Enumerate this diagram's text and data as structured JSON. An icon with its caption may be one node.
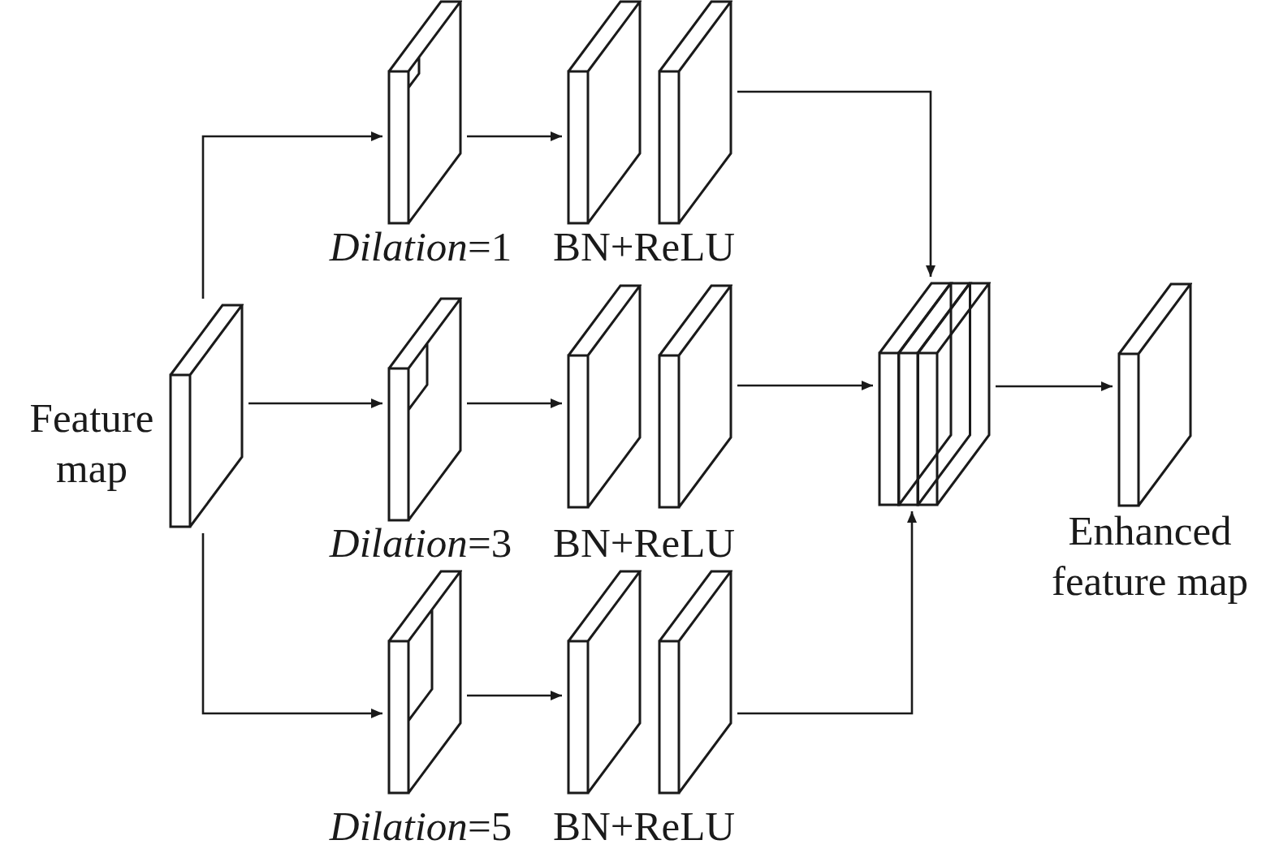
{
  "diagram": {
    "nodes": [
      {
        "text": [],
        "shape": "box",
        "beside": [
          "Feature map"
        ]
      },
      {
        "text": [],
        "shape": "box",
        "beside": [
          "*Dilation*=1"
        ]
      },
      {
        "text": [],
        "shape": "box"
      },
      {
        "text": [],
        "shape": "box"
      },
      {
        "text": [],
        "shape": "box",
        "beside": [
          "*Dilation*=3"
        ]
      },
      {
        "text": [],
        "shape": "box"
      },
      {
        "text": [],
        "shape": "box"
      },
      {
        "text": [],
        "shape": "box",
        "beside": [
          "*Dilation*=5"
        ]
      },
      {
        "text": [],
        "shape": "box"
      },
      {
        "text": [],
        "shape": "box"
      },
      {
        "text": [],
        "shape": "box"
      },
      {
        "text": [],
        "shape": "box",
        "beside": [
          "Enhanced feature map"
        ]
      }
    ],
    "edges": [
      {
        "from": 0,
        "to": 1,
        "arrow": "to"
      },
      {
        "from": 0,
        "to": 4,
        "arrow": "to"
      },
      {
        "from": 0,
        "to": 7,
        "arrow": "to"
      },
      {
        "from": 1,
        "to": 2,
        "arrow": "to"
      },
      {
        "from": 4,
        "to": 5,
        "arrow": "to"
      },
      {
        "from": 7,
        "to": 8,
        "arrow": "to"
      },
      {
        "from": 3,
        "to": 10,
        "arrow": "to"
      },
      {
        "from": 6,
        "to": 10,
        "arrow": "to"
      },
      {
        "from": 9,
        "to": 10,
        "arrow": "to"
      },
      {
        "from": 10,
        "to": 11,
        "arrow": "to"
      }
    ],
    "labels": [
      "BN+ReLU",
      "BN+ReLU",
      "BN+ReLU"
    ]
  }
}
